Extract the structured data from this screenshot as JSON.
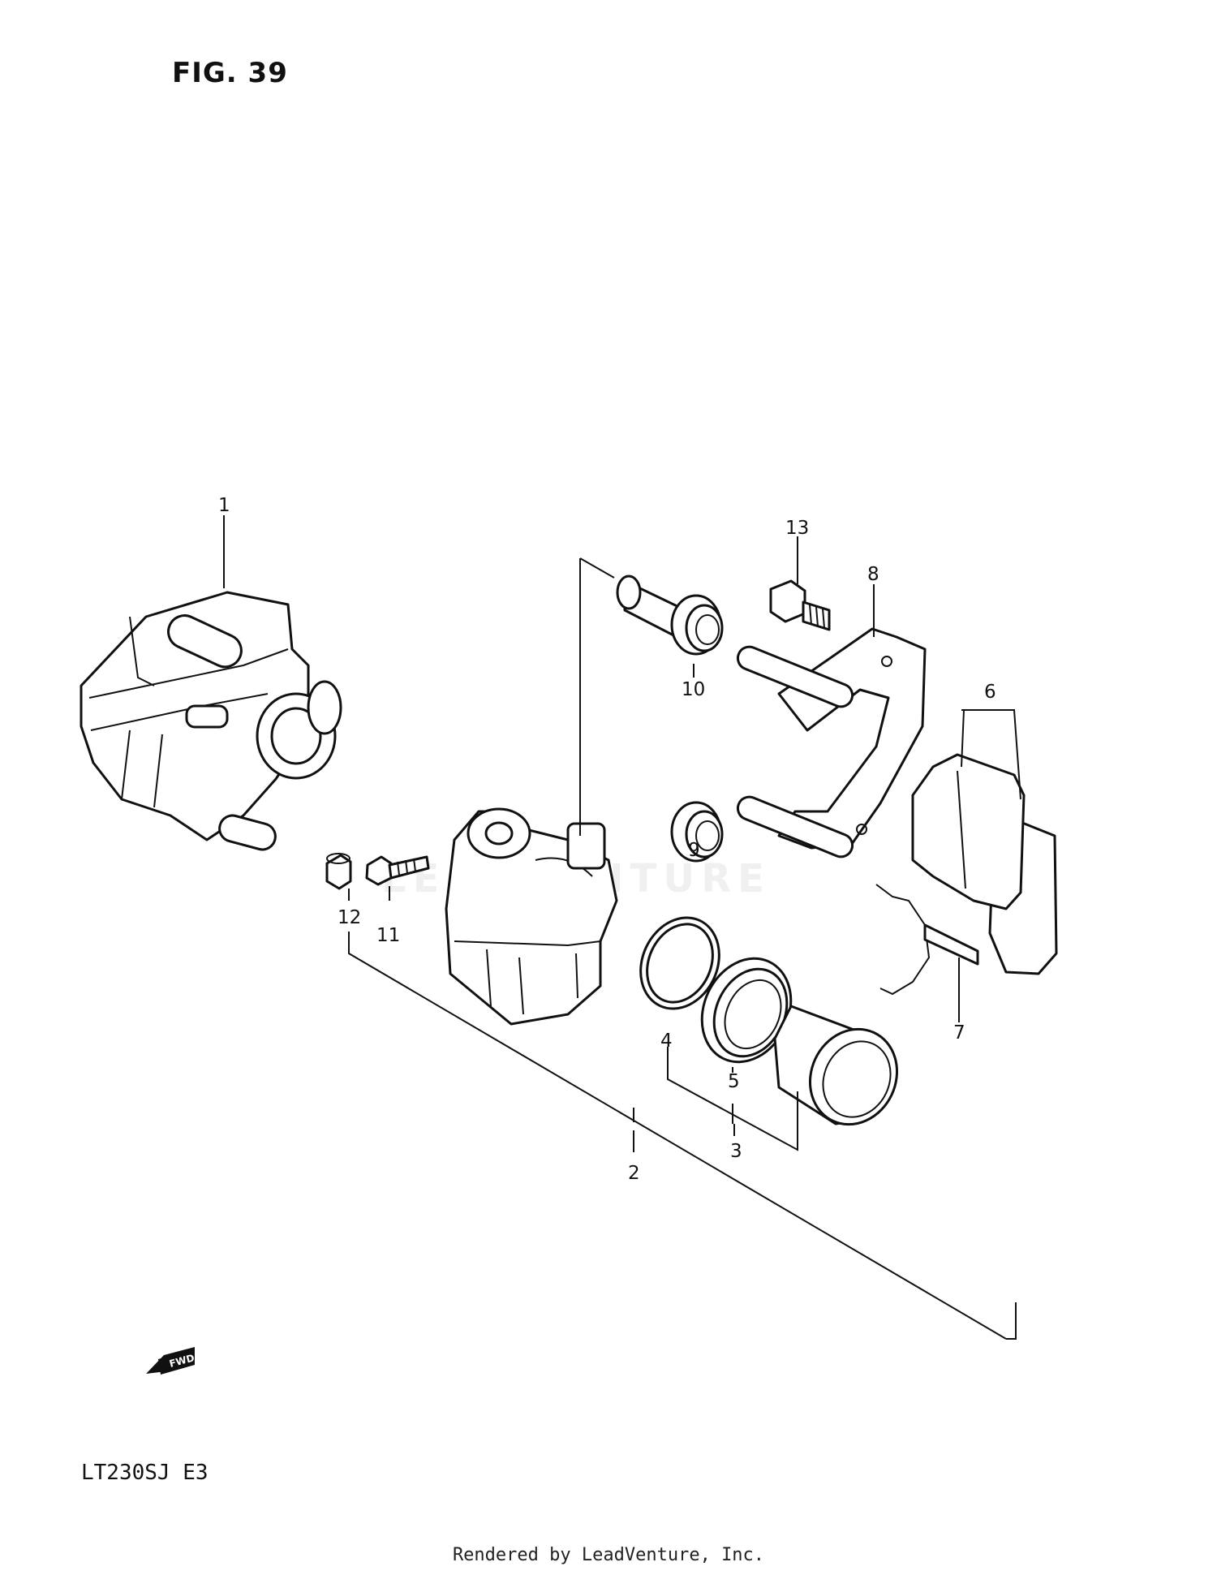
{
  "figure": {
    "title": "FIG. 39"
  },
  "model_code": "LT230SJ E3",
  "watermark": "LEADVENTURE",
  "fwd_badge": "FWD",
  "footer": "Rendered by LeadVenture, Inc.",
  "callouts": {
    "p1": "1",
    "p2": "2",
    "p3": "3",
    "p4": "4",
    "p5": "5",
    "p6": "6",
    "p7": "7",
    "p8": "8",
    "p9": "9",
    "p10": "10",
    "p11": "11",
    "p12": "12",
    "p13": "13"
  }
}
